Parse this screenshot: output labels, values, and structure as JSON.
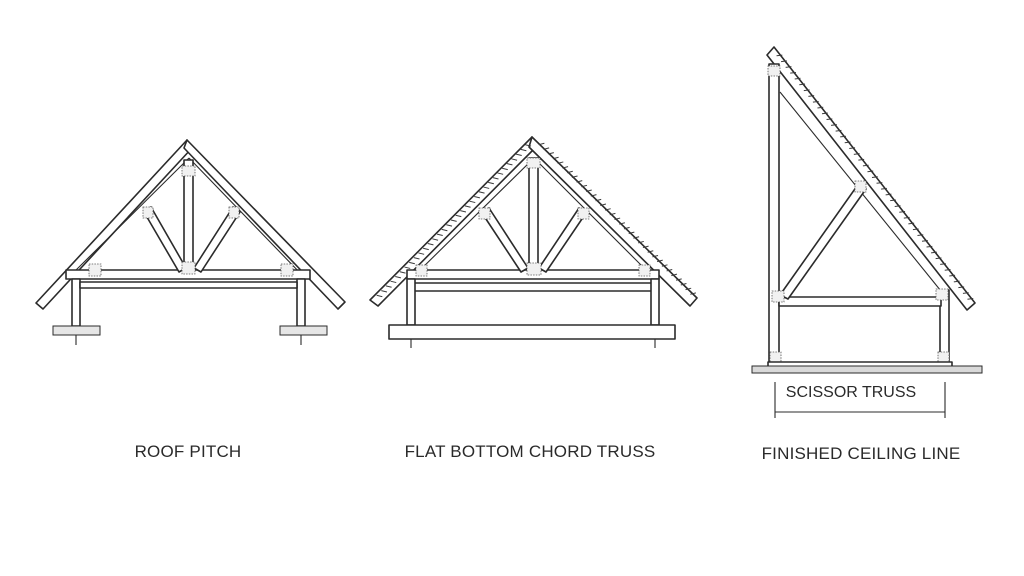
{
  "diagrams": [
    {
      "id": "roof-pitch",
      "caption": "ROOF PITCH"
    },
    {
      "id": "flat-bottom-chord",
      "caption": "FLAT BOTTOM CHORD TRUSS"
    },
    {
      "id": "scissor",
      "caption": "FINISHED CEILING LINE",
      "dimension_label": "SCISSOR TRUSS"
    }
  ]
}
